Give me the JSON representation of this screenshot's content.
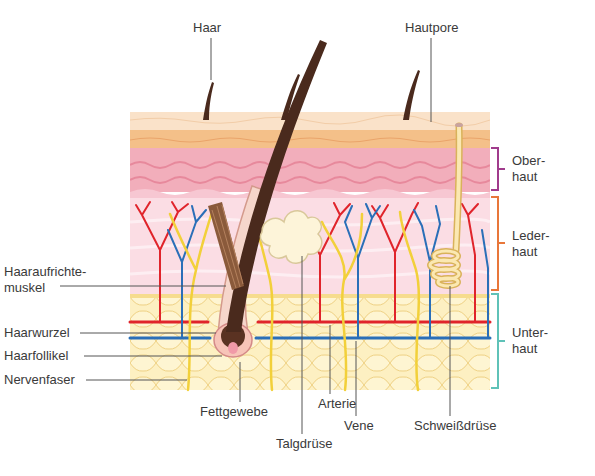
{
  "diagram": {
    "labels": [
      "Haar",
      "Hautpore",
      "Ober- haut",
      "Leder- haut",
      "Unter- haut",
      "Haaraufrichte- muskel",
      "Haarwurzel",
      "Haarfollikel",
      "Nervenfaser",
      "Fettgewebe",
      "Arterie",
      "Talgdrüse",
      "Vene",
      "Schweißdrüse"
    ]
  }
}
